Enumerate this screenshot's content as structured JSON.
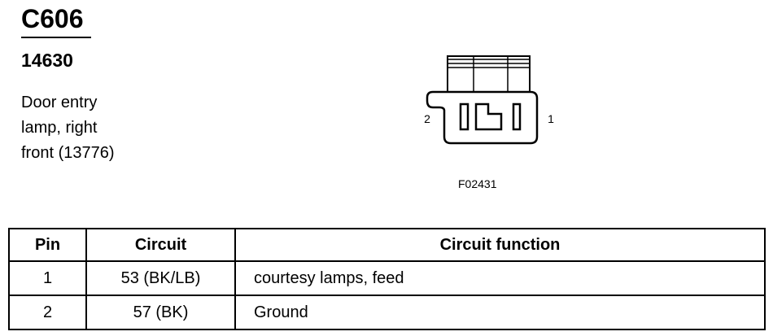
{
  "header": {
    "connector_id": "C606",
    "part_number": "14630",
    "description_lines": [
      "Door entry",
      "lamp, right",
      "front (13776)"
    ]
  },
  "diagram": {
    "pin_label_left": "2",
    "pin_label_right": "1",
    "figure_code": "F02431"
  },
  "table": {
    "headers": {
      "pin": "Pin",
      "circuit": "Circuit",
      "function": "Circuit function"
    },
    "rows": [
      {
        "pin": "1",
        "circuit": "53 (BK/LB)",
        "function": "courtesy lamps, feed"
      },
      {
        "pin": "2",
        "circuit": "57 (BK)",
        "function": "Ground"
      }
    ]
  }
}
